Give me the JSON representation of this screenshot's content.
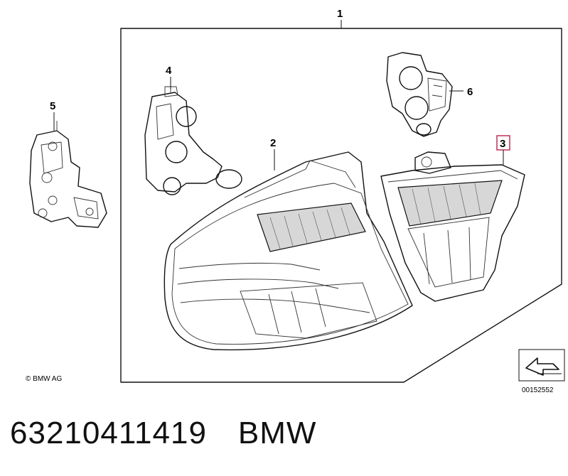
{
  "callouts": {
    "c1": "1",
    "c2": "2",
    "c3": "3",
    "c4": "4",
    "c5": "5",
    "c6": "6"
  },
  "copyright": "© BMW AG",
  "diagram_id": "00152552",
  "footer": {
    "part_number": "63210411419",
    "brand": "BMW"
  },
  "colors": {
    "highlight": "#c0305a",
    "line": "#111111"
  }
}
